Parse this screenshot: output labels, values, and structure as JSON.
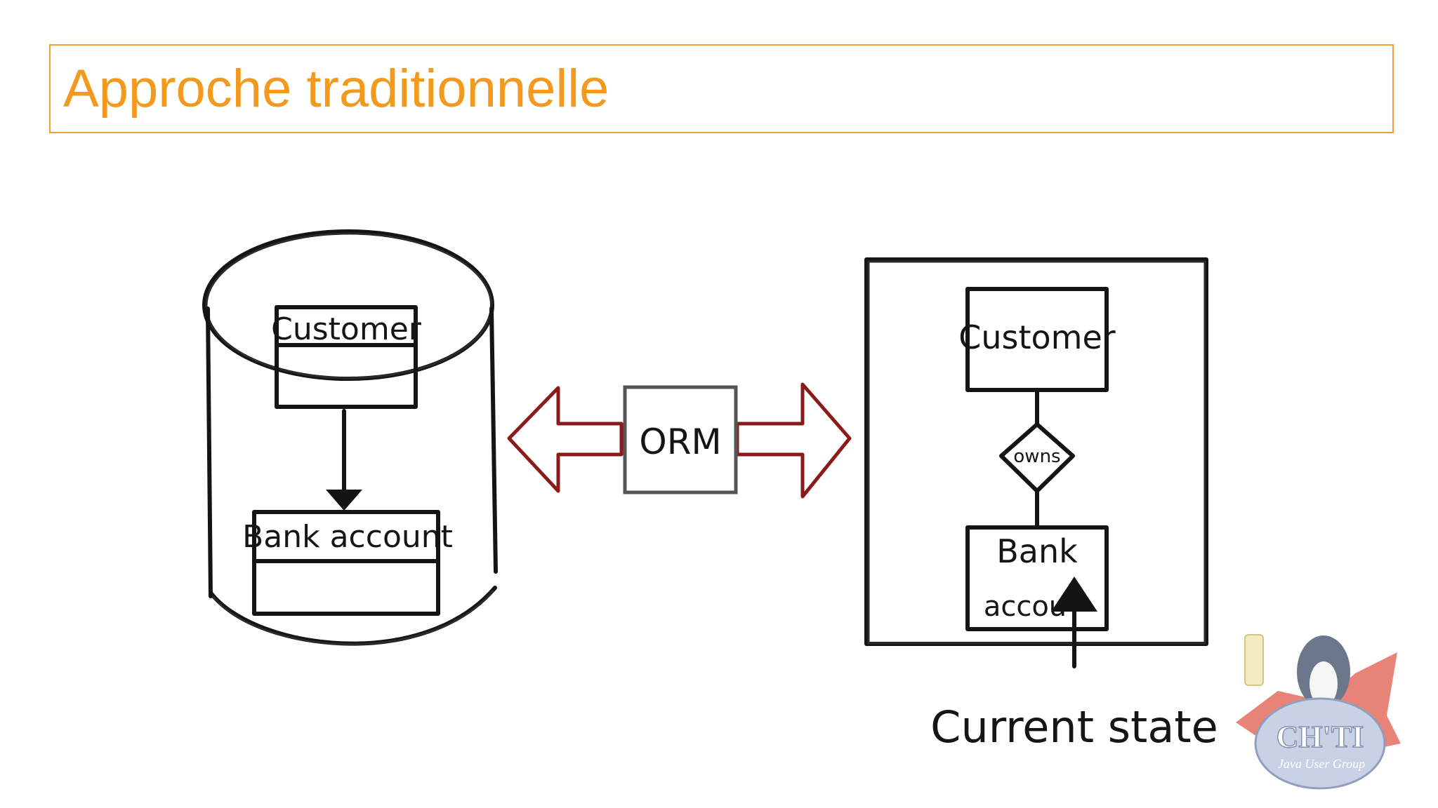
{
  "title": "Approche traditionnelle",
  "database": {
    "entity_top": "Customer",
    "entity_bottom": "Bank account"
  },
  "orm_label": "ORM",
  "domain_model": {
    "entity_top": "Customer",
    "relation": "owns",
    "entity_bottom_line1": "Bank",
    "entity_bottom_line2": "accou"
  },
  "pointer_label": "Current state",
  "logo": {
    "name": "CH'TI",
    "subtitle": "Java User Group"
  },
  "colors": {
    "title": "#f39a1e",
    "title_border": "#f0a030",
    "orm_arrow": "#8b1a1a",
    "ink": "#141414"
  }
}
